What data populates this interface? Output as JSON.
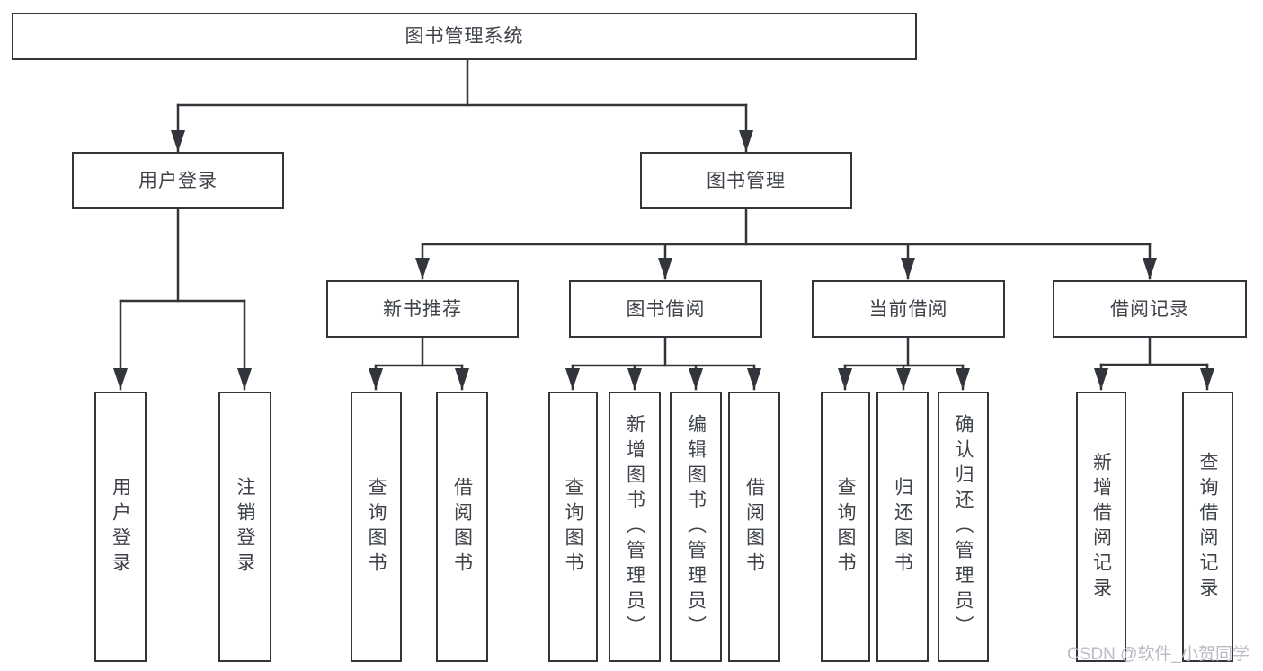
{
  "tree": {
    "root": {
      "label": "图书管理系统",
      "children": [
        {
          "label": "用户登录",
          "children": [
            {
              "label": "用户登录"
            },
            {
              "label": "注销登录"
            }
          ]
        },
        {
          "label": "图书管理",
          "children": [
            {
              "label": "新书推荐",
              "children": [
                {
                  "label": "查询图书"
                },
                {
                  "label": "借阅图书"
                }
              ]
            },
            {
              "label": "图书借阅",
              "children": [
                {
                  "label": "查询图书"
                },
                {
                  "label": "新增图书（管理员）"
                },
                {
                  "label": "编辑图书（管理员）"
                },
                {
                  "label": "借阅图书"
                }
              ]
            },
            {
              "label": "当前借阅",
              "children": [
                {
                  "label": "查询图书"
                },
                {
                  "label": "归还图书"
                },
                {
                  "label": "确认归还（管理员）"
                }
              ]
            },
            {
              "label": "借阅记录",
              "children": [
                {
                  "label": "新增借阅记录"
                },
                {
                  "label": "查询借阅记录"
                }
              ]
            }
          ]
        }
      ]
    }
  },
  "watermark": {
    "text": "CSDN @软件_小贺同学"
  },
  "colors": {
    "line": "#323539",
    "text": "#3e4249",
    "watermark": "#b8bbc2",
    "background": "#ffffff"
  }
}
